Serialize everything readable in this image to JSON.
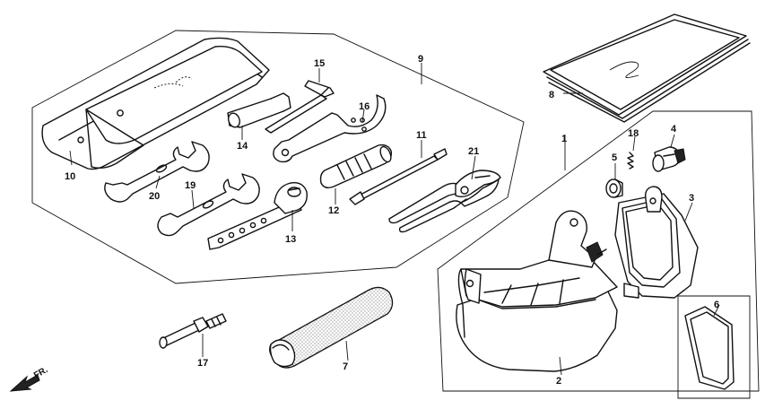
{
  "parts": [
    {
      "id": "p1",
      "label": "1"
    },
    {
      "id": "p2",
      "label": "2"
    },
    {
      "id": "p3",
      "label": "3"
    },
    {
      "id": "p4",
      "label": "4"
    },
    {
      "id": "p5",
      "label": "5"
    },
    {
      "id": "p6",
      "label": "6"
    },
    {
      "id": "p7",
      "label": "7"
    },
    {
      "id": "p8",
      "label": "8"
    },
    {
      "id": "p9",
      "label": "9"
    },
    {
      "id": "p10",
      "label": "10"
    },
    {
      "id": "p11",
      "label": "11"
    },
    {
      "id": "p12",
      "label": "12"
    },
    {
      "id": "p13",
      "label": "13"
    },
    {
      "id": "p14",
      "label": "14"
    },
    {
      "id": "p15",
      "label": "15"
    },
    {
      "id": "p16",
      "label": "16"
    },
    {
      "id": "p17",
      "label": "17"
    },
    {
      "id": "p18",
      "label": "18"
    },
    {
      "id": "p19",
      "label": "19"
    },
    {
      "id": "p20",
      "label": "20"
    },
    {
      "id": "p21",
      "label": "21"
    }
  ],
  "direction": {
    "label": "FR."
  },
  "colors": {
    "line": "#111111",
    "background": "#ffffff"
  }
}
